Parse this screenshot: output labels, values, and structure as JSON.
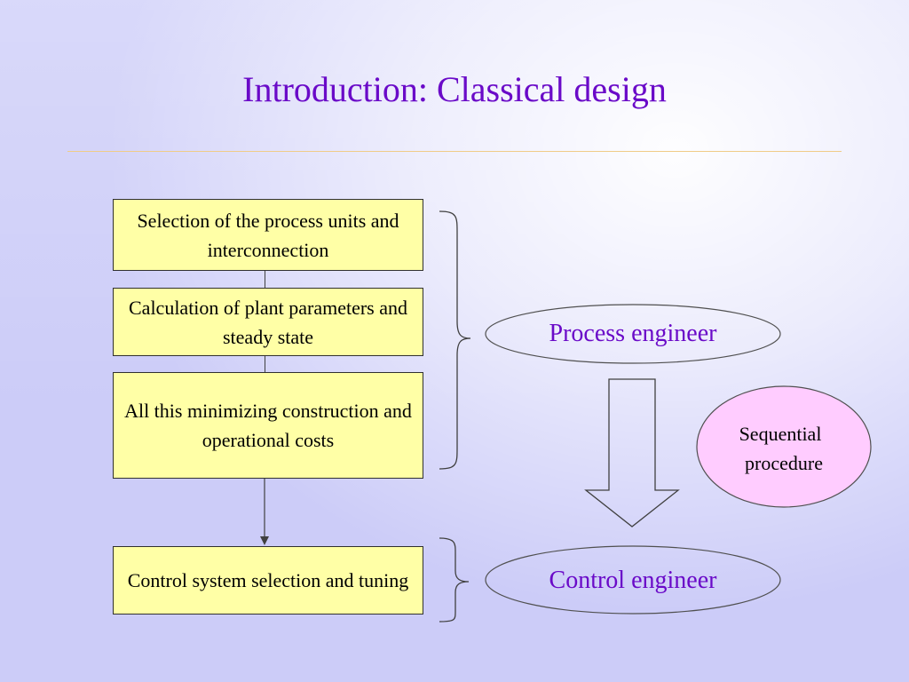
{
  "slide": {
    "title": "Introduction: Classical design",
    "steps": [
      "Selection of the process units and  interconnection",
      "Calculation of plant parameters and steady state",
      "All this minimizing construction and operational costs",
      "Control system selection and tuning"
    ],
    "roles": {
      "process": "Process engineer",
      "control": "Control engineer"
    },
    "note": {
      "line1": "Sequential",
      "line2": "procedure"
    }
  },
  "colors": {
    "title": "#6a0ac8",
    "box_fill": "#ffffa6",
    "note_fill": "#ffccff",
    "background": "#ccccf8"
  }
}
